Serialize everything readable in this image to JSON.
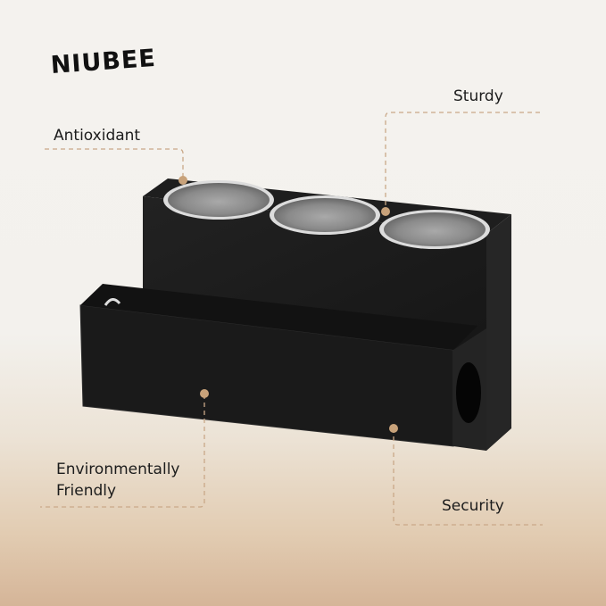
{
  "brand": {
    "name": "NIUBEE"
  },
  "callouts": [
    {
      "id": "antioxidant",
      "label": "Antioxidant"
    },
    {
      "id": "sturdy",
      "label": "Sturdy"
    },
    {
      "id": "environmentally-friendly",
      "label_line1": "Environmentally",
      "label_line2": "Friendly"
    },
    {
      "id": "security",
      "label": "Security"
    }
  ],
  "product": {
    "type": "black acrylic stand with three stainless steel cups"
  },
  "colors": {
    "accent": "#c8a27a",
    "dashed_line": "#c9a888",
    "product_body": "#1b1b1b",
    "background_top": "#f4f2ee",
    "background_bottom": "#d5b598"
  }
}
